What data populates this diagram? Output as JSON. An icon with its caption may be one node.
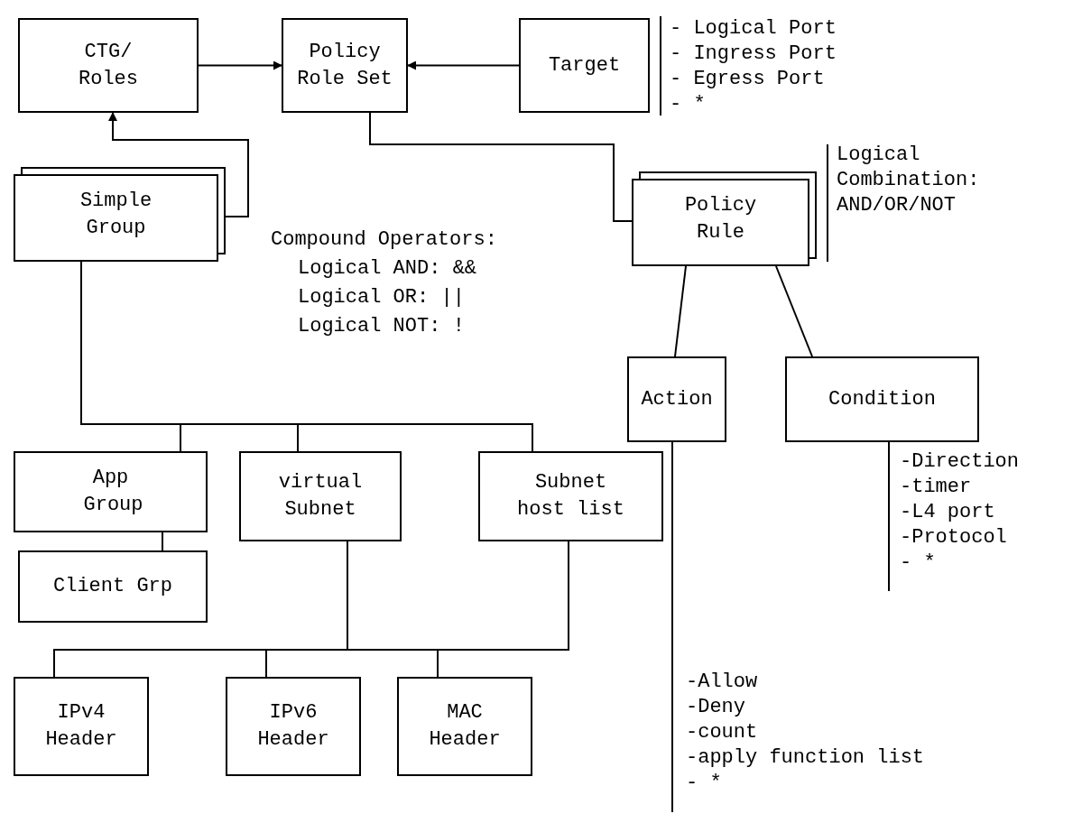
{
  "diagram": {
    "nodes": [
      {
        "text": [
          "CTG/ Roles"
        ]
      },
      {
        "text": [
          "Policy Role Set"
        ]
      },
      {
        "text": [
          "Target"
        ],
        "beside": [
          "- Logical Port",
          "- Ingress Port",
          "- Egress Port",
          "- *"
        ]
      },
      {
        "text": [
          "Simple Group"
        ]
      },
      {
        "text": [
          "Policy Rule"
        ],
        "beside": [
          "Logical Combination: AND/OR/NOT"
        ]
      },
      {
        "text": [
          "Action"
        ],
        "beside": [
          "-Allow",
          "-Deny",
          "-count",
          "-apply function list",
          "- *"
        ]
      },
      {
        "text": [
          "Condition"
        ],
        "beside": [
          "-Direction",
          "-timer",
          "-L4 port",
          "-Protocol",
          "- *"
        ]
      },
      {
        "text": [
          "App Group"
        ]
      },
      {
        "text": [
          "virtual Subnet"
        ]
      },
      {
        "text": [
          "Subnet host list"
        ]
      },
      {
        "text": [
          "Client Grp"
        ]
      },
      {
        "text": [
          "IPv4 Header"
        ]
      },
      {
        "text": [
          "IPv6 Header"
        ]
      },
      {
        "text": [
          "MAC Header"
        ]
      }
    ],
    "edges": [
      {
        "from": 0,
        "to": 1,
        "arrow": "to"
      },
      {
        "from": 2,
        "to": 1,
        "arrow": "to"
      },
      {
        "from": 3,
        "to": 0,
        "arrow": "to"
      },
      {
        "from": 4,
        "to": 1,
        "arrow": "none"
      },
      {
        "from": 4,
        "to": 5,
        "arrow": "none"
      },
      {
        "from": 4,
        "to": 6,
        "arrow": "none"
      },
      {
        "from": 3,
        "to": 7,
        "arrow": "none"
      },
      {
        "from": 3,
        "to": 8,
        "arrow": "none"
      },
      {
        "from": 3,
        "to": 9,
        "arrow": "none"
      },
      {
        "from": 7,
        "to": 10,
        "arrow": "none"
      },
      {
        "from": 8,
        "to": 11,
        "arrow": "none"
      },
      {
        "from": 8,
        "to": 12,
        "arrow": "none"
      },
      {
        "from": 8,
        "to": 13,
        "arrow": "none"
      },
      {
        "from": 9,
        "to": 11,
        "arrow": "none"
      },
      {
        "from": 9,
        "to": 12,
        "arrow": "none"
      },
      {
        "from": 9,
        "to": 13,
        "arrow": "none"
      }
    ],
    "labels": [
      "Compound Operators:",
      "Logical AND: &&",
      "Logical OR: ||",
      "Logical NOT: !"
    ]
  }
}
